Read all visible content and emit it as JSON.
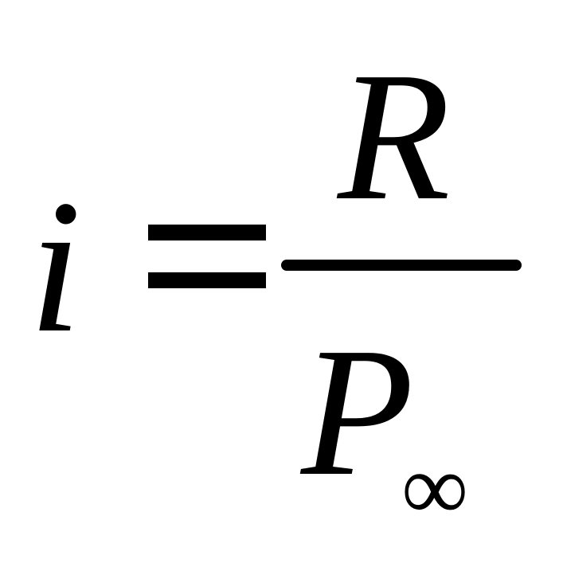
{
  "formula": {
    "lhs": "i",
    "operator": "=",
    "numerator": "R",
    "denominator": "P",
    "denominator_subscript": "∞"
  }
}
